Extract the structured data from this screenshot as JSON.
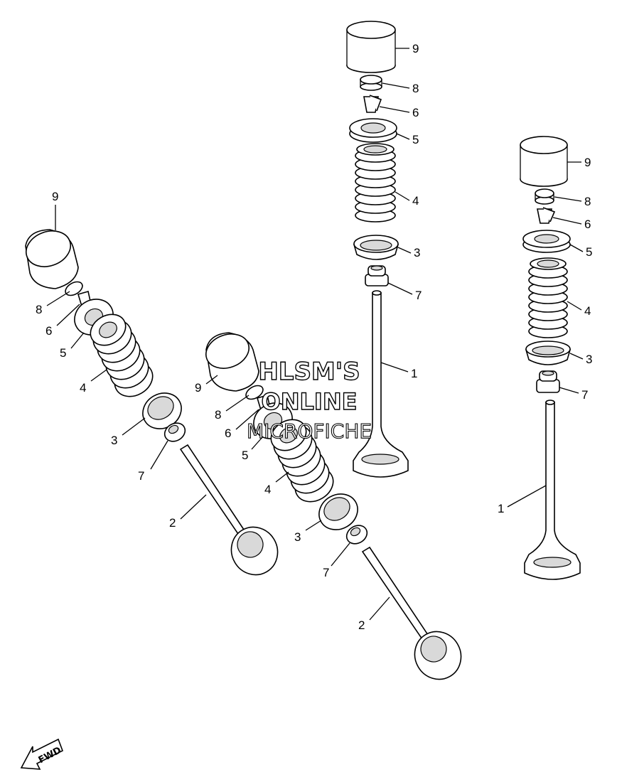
{
  "watermark": {
    "line1": "HLSM'S",
    "line2": "ONLINE",
    "line3": "MICROFICHE"
  },
  "fwd_label": "FWD",
  "callouts": {
    "a9": "9",
    "a8": "8",
    "a6": "6",
    "a5": "5",
    "a4": "4",
    "a3": "3",
    "a7": "7",
    "a2": "2",
    "b9": "9",
    "b8": "8",
    "b6": "6",
    "b5": "5",
    "b4": "4",
    "b3": "3",
    "b7": "7",
    "b2": "2",
    "c9": "9",
    "c8": "8",
    "c6": "6",
    "c5": "5",
    "c4": "4",
    "c3": "3",
    "c7": "7",
    "c1": "1",
    "d9": "9",
    "d8": "8",
    "d6": "6",
    "d5": "5",
    "d4": "4",
    "d3": "3",
    "d7": "7",
    "d1": "1"
  }
}
